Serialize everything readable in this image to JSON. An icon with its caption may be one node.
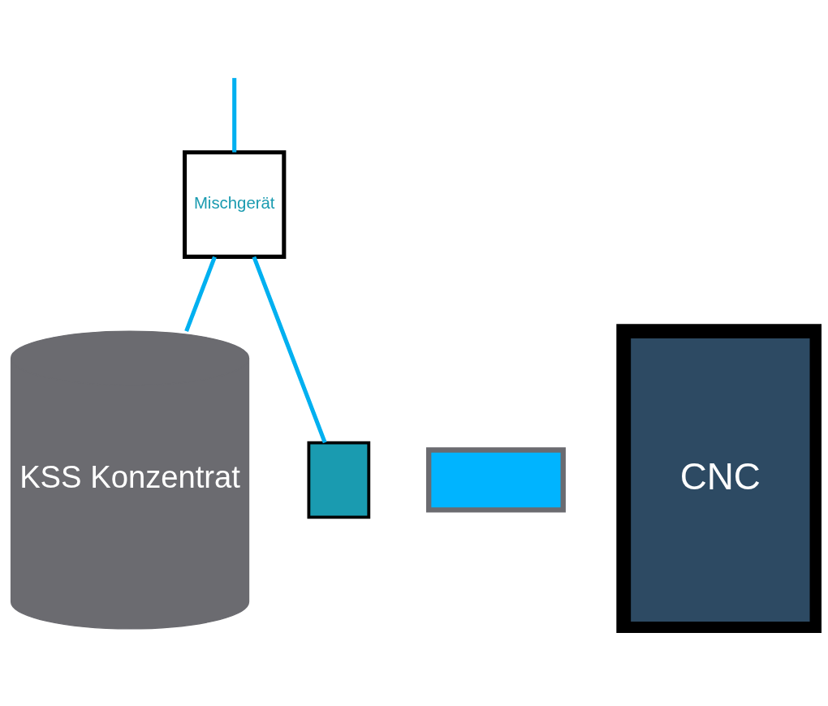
{
  "diagram": {
    "nodes": [
      {
        "text": [
          "Mischgerät"
        ]
      },
      {
        "text": [
          "KSS Konzentrat"
        ]
      },
      {
        "text": [],
        "shape": "box"
      },
      {
        "text": [],
        "shape": "box"
      },
      {
        "text": [
          "CNC"
        ]
      }
    ],
    "edges": [
      {
        "from": null,
        "to": 0,
        "arrow": "none"
      },
      {
        "from": 0,
        "to": 1,
        "arrow": "none"
      },
      {
        "from": 0,
        "to": 2,
        "arrow": "none"
      }
    ]
  }
}
